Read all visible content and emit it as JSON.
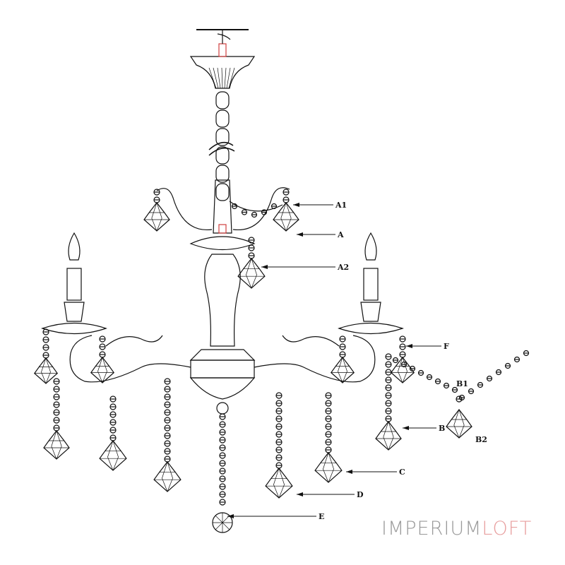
{
  "diagram": {
    "labels": [
      "A1",
      "A",
      "A2",
      "F",
      "B1",
      "B",
      "B2",
      "C",
      "D",
      "E"
    ]
  },
  "logo": {
    "part1": "IMPERIUM",
    "part2": "LOFT",
    "colors": {
      "part1": "#9a9a9a",
      "part2": "#e8a0a0"
    }
  },
  "colors": {
    "line": "#111111",
    "accent": "#d04040"
  }
}
